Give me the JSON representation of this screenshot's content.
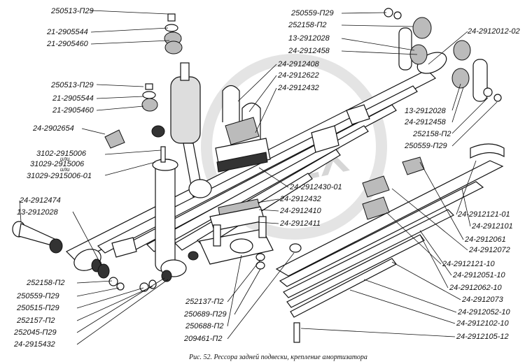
{
  "watermark": "GPEX",
  "caption": "Рис. 52. Рессора задней подвески, крепление амортизатора",
  "labels": {
    "l01": "250513-П29",
    "l02": "21-2905544",
    "l03": "21-2905460",
    "l04": "250513-П29",
    "l05": "21-2905544",
    "l06": "21-2905460",
    "l07": "24-2902654",
    "l08": "3102-2915006",
    "l09": "или",
    "l10": "31029-2915006",
    "l11": "или",
    "l12": "31029-2915006-01",
    "l13": "24-2912474",
    "l14": "13-2912028",
    "l15": "24-2912408",
    "l16": "24-2912622",
    "l17": "24-2912432",
    "l18": "250559-П29",
    "l19": "252158-П2",
    "l20": "13-2912028",
    "l21": "24-2912458",
    "l22": "24-2912012-02",
    "l23": "13-2912028",
    "l24": "24-2912458",
    "l25": "252158-П2",
    "l26": "250559-П29",
    "l27": "24-2912430-01",
    "l28": "24-2912432",
    "l29": "24-2912410",
    "l30": "24-2912411",
    "l31": "24-2912121-01",
    "l32": "24-2912101",
    "l33": "24-2912061",
    "l34": "24-2912072",
    "l35": "24-2912121-10",
    "l36": "24-2912051-10",
    "l37": "24-2912062-10",
    "l38": "24-2912073",
    "l39": "24-2912052-10",
    "l40": "24-2912102-10",
    "l41": "24-2912105-12",
    "l42": "252158-П2",
    "l43": "250559-П29",
    "l44": "250515-П29",
    "l45": "252157-П2",
    "l46": "252045-П29",
    "l47": "24-2915432",
    "l48": "252137-П2",
    "l49": "250689-П29",
    "l50": "250688-П2",
    "l51": "209461-П2"
  }
}
